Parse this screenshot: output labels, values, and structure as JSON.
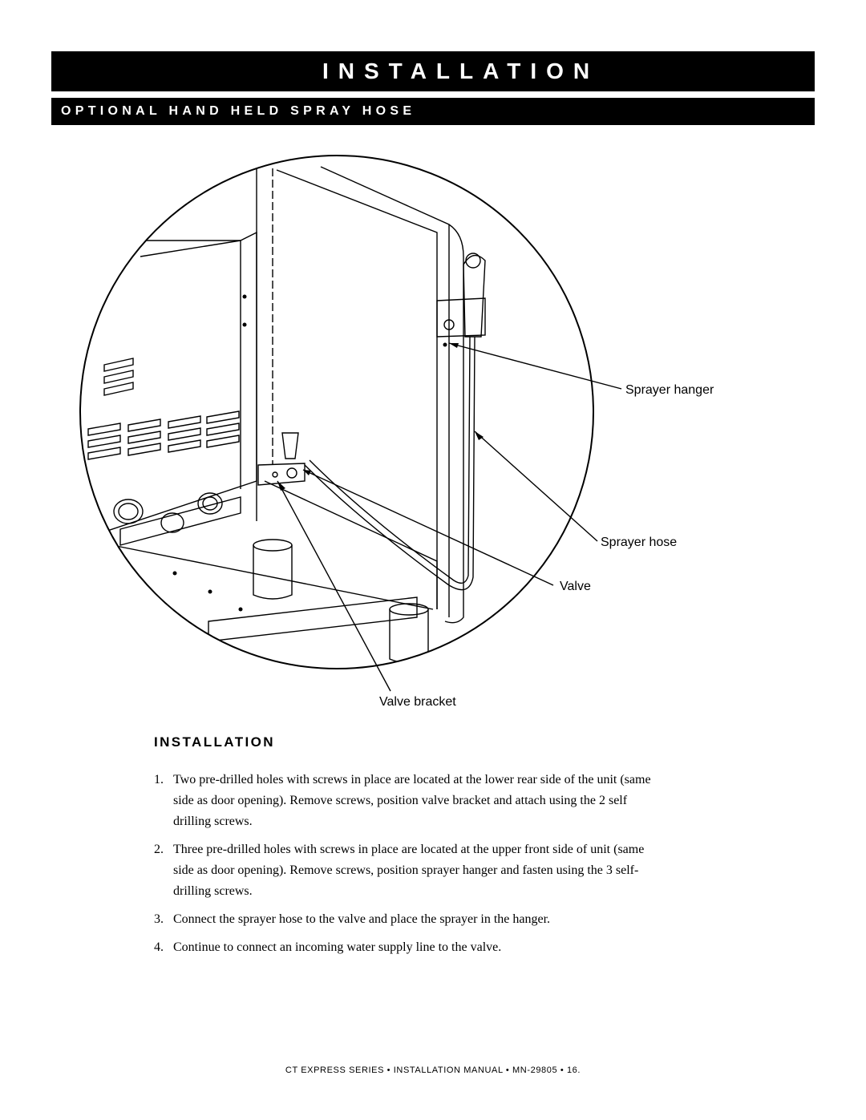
{
  "header": {
    "title": "INSTALLATION",
    "subtitle": "OPTIONAL HAND HELD SPRAY HOSE"
  },
  "figure": {
    "callouts": {
      "sprayer_hanger": "Sprayer hanger",
      "sprayer_hose": "Sprayer hose",
      "valve": "Valve",
      "valve_bracket": "Valve bracket"
    }
  },
  "section": {
    "heading": "INSTALLATION",
    "steps": [
      {
        "number": "1.",
        "text": "Two pre-drilled holes with screws in place are located at the lower rear side of the unit (same side as door opening). Remove screws, position valve bracket and attach using the 2 self drilling screws."
      },
      {
        "number": "2.",
        "text": "Three pre-drilled holes with screws in place are located at the upper front side of unit (same side as door opening). Remove screws, position sprayer hanger and fasten using the 3 self-drilling screws."
      },
      {
        "number": "3.",
        "text": "Connect the sprayer hose to the valve and place the sprayer in the hanger."
      },
      {
        "number": "4.",
        "text": "Continue to connect an incoming water supply line to the valve."
      }
    ]
  },
  "footer": {
    "text": "CT EXPRESS SERIES • INSTALLATION MANUAL • MN-29805 • 16."
  }
}
